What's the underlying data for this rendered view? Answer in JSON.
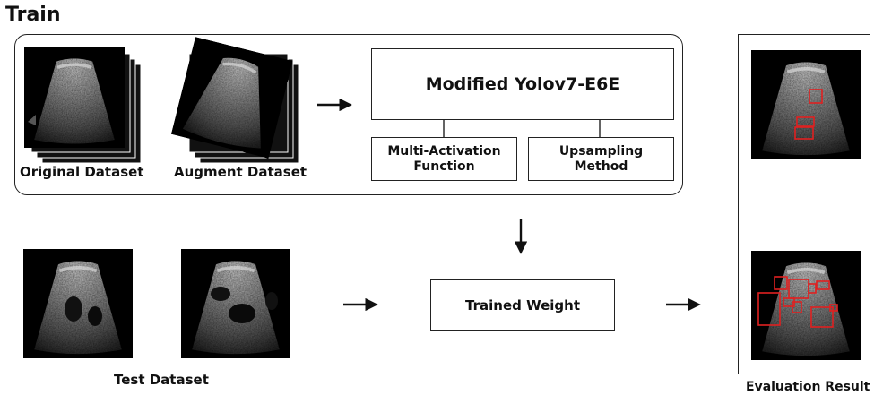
{
  "train_title": "Train",
  "images": {
    "original_label": "Original Dataset",
    "augment_label": "Augment Dataset",
    "test_label": "Test Dataset"
  },
  "model": {
    "title": "Modified Yolov7-E6E",
    "component_1": [
      "Multi-Activation",
      "Function"
    ],
    "component_2": [
      "Upsampling",
      "Method"
    ]
  },
  "trained_weight": "Trained Weight",
  "evaluation": {
    "label": "Evaluation Result",
    "detection_box_color": "#e02020"
  },
  "colors": {
    "line": "#222222",
    "image_bg": "#000000",
    "ultrasound_tissue": "#8a8a8a"
  }
}
